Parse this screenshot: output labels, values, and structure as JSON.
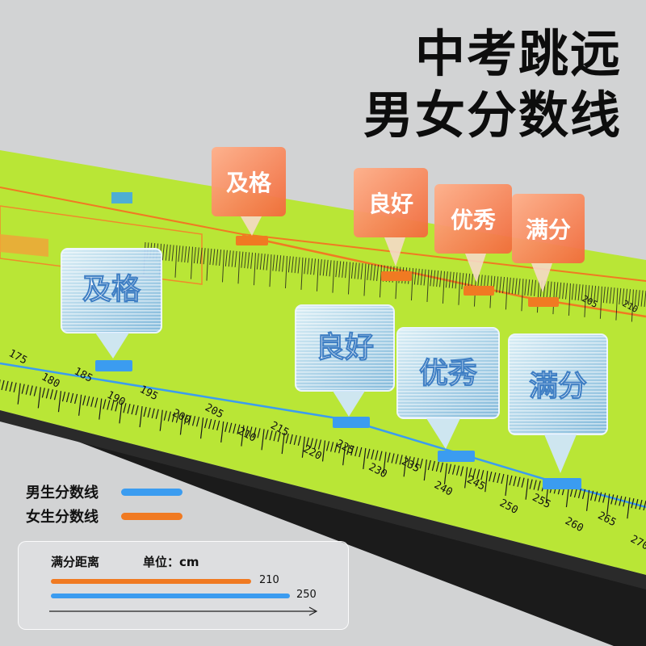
{
  "title": {
    "line1": "中考跳远",
    "line2": "男女分数线"
  },
  "legend": [
    {
      "label": "男生分数线",
      "color": "#3b9cf0"
    },
    {
      "label": "女生分数线",
      "color": "#f07a22"
    }
  ],
  "info_box": {
    "title": "满分距离",
    "unit_label": "单位：cm",
    "female_full_value": "210",
    "male_full_value": "250",
    "female_color": "#f07a22",
    "male_color": "#3b9cf0"
  },
  "mat": {
    "color": "#b9e636",
    "tick_numbers": [
      "175",
      "180",
      "185",
      "190",
      "195",
      "200",
      "205",
      "210",
      "215",
      "220",
      "225",
      "230",
      "235",
      "240",
      "245",
      "250",
      "255",
      "260",
      "265",
      "270"
    ],
    "top_tick_numbers": [
      "205",
      "210"
    ]
  },
  "female_markers": [
    {
      "grade": "及格",
      "flag": "及格"
    },
    {
      "grade": "良好",
      "flag": "良好"
    },
    {
      "grade": "优秀",
      "flag": "优秀"
    },
    {
      "grade": "满分",
      "flag": "满分"
    }
  ],
  "male_markers": [
    {
      "grade": "及格",
      "flag": "及格"
    },
    {
      "grade": "良好",
      "flag": "良好"
    },
    {
      "grade": "优秀",
      "flag": "优秀"
    },
    {
      "grade": "满分",
      "flag": "满分"
    }
  ]
}
